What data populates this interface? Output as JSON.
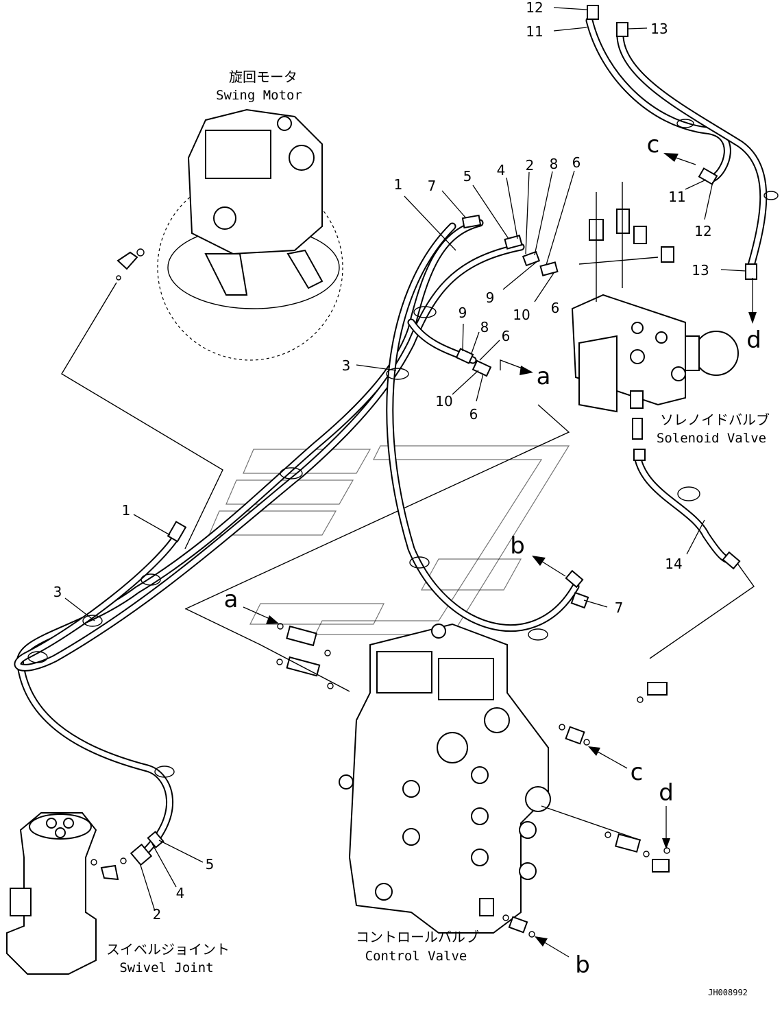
{
  "components": {
    "swing_motor": {
      "label_jp": "旋回モータ",
      "label_en": "Swing Motor"
    },
    "solenoid_valve": {
      "label_jp": "ソレノイドバルブ",
      "label_en": "Solenoid Valve"
    },
    "control_valve": {
      "label_jp": "コントロールバルブ",
      "label_en": "Control Valve"
    },
    "swivel_joint": {
      "label_jp": "スイベルジョイント",
      "label_en": "Swivel Joint"
    }
  },
  "callouts": [
    {
      "num": "12"
    },
    {
      "num": "11"
    },
    {
      "num": "13"
    },
    {
      "num": "11"
    },
    {
      "num": "12"
    },
    {
      "num": "13"
    },
    {
      "num": "7"
    },
    {
      "num": "5"
    },
    {
      "num": "4"
    },
    {
      "num": "2"
    },
    {
      "num": "8"
    },
    {
      "num": "6"
    },
    {
      "num": "1"
    },
    {
      "num": "9"
    },
    {
      "num": "10"
    },
    {
      "num": "6"
    },
    {
      "num": "9"
    },
    {
      "num": "8"
    },
    {
      "num": "6"
    },
    {
      "num": "3"
    },
    {
      "num": "10"
    },
    {
      "num": "6"
    },
    {
      "num": "14"
    },
    {
      "num": "1"
    },
    {
      "num": "3"
    },
    {
      "num": "7"
    },
    {
      "num": "5"
    },
    {
      "num": "4"
    },
    {
      "num": "2"
    }
  ],
  "connection_markers": [
    {
      "letter": "c"
    },
    {
      "letter": "d"
    },
    {
      "letter": "a"
    },
    {
      "letter": "b"
    },
    {
      "letter": "a"
    },
    {
      "letter": "c"
    },
    {
      "letter": "d"
    },
    {
      "letter": "b"
    }
  ],
  "drawing_code": "JH008992"
}
